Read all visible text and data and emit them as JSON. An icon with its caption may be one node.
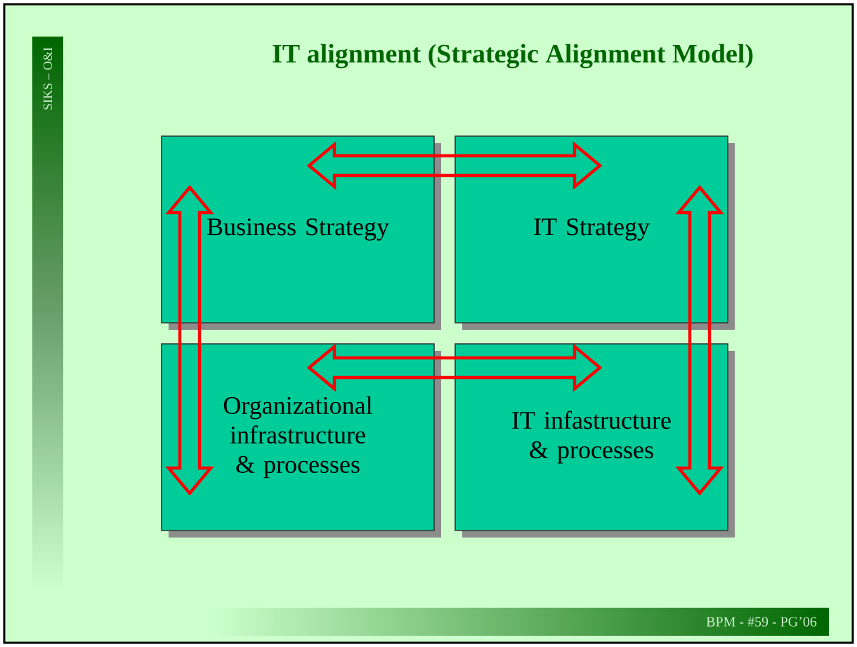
{
  "diagram": {
    "title": "IT alignment (Strategic Alignment Model)",
    "nodes": [
      {
        "text": [
          "Business Strategy"
        ]
      },
      {
        "text": [
          "IT Strategy"
        ]
      },
      {
        "text": [
          "Organizational infrastructure & processes"
        ]
      },
      {
        "text": [
          "IT infastructure & processes"
        ]
      }
    ],
    "edges": [
      {
        "from": 0,
        "to": 1,
        "arrow": "both"
      },
      {
        "from": 0,
        "to": 2,
        "arrow": "both"
      },
      {
        "from": 1,
        "to": 3,
        "arrow": "both"
      },
      {
        "from": 2,
        "to": 3,
        "arrow": "both"
      }
    ],
    "labels": [
      "SIKS – O&I",
      "BPM -  #59 - PG’06"
    ]
  }
}
